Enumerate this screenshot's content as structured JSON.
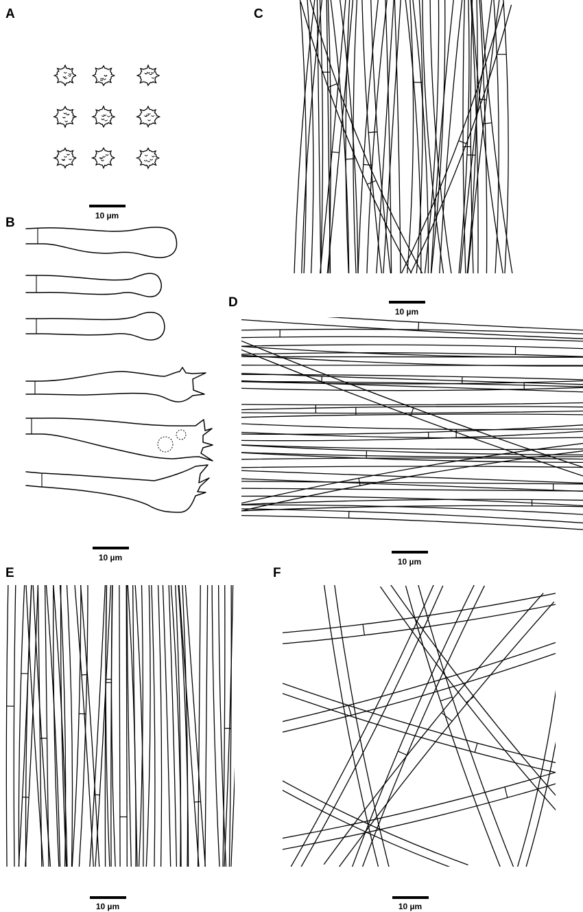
{
  "panels": {
    "a": {
      "label": "A"
    },
    "b": {
      "label": "B"
    },
    "c": {
      "label": "C"
    },
    "d": {
      "label": "D"
    },
    "e": {
      "label": "E"
    },
    "f": {
      "label": "F"
    }
  },
  "scale_bars": {
    "a": "10 µm",
    "b": "10 µm",
    "c": "10 µm",
    "d": "10 µm",
    "e": "10 µm",
    "f": "10 µm"
  },
  "colors": {
    "ink": "#000000",
    "paper": "#ffffff"
  }
}
